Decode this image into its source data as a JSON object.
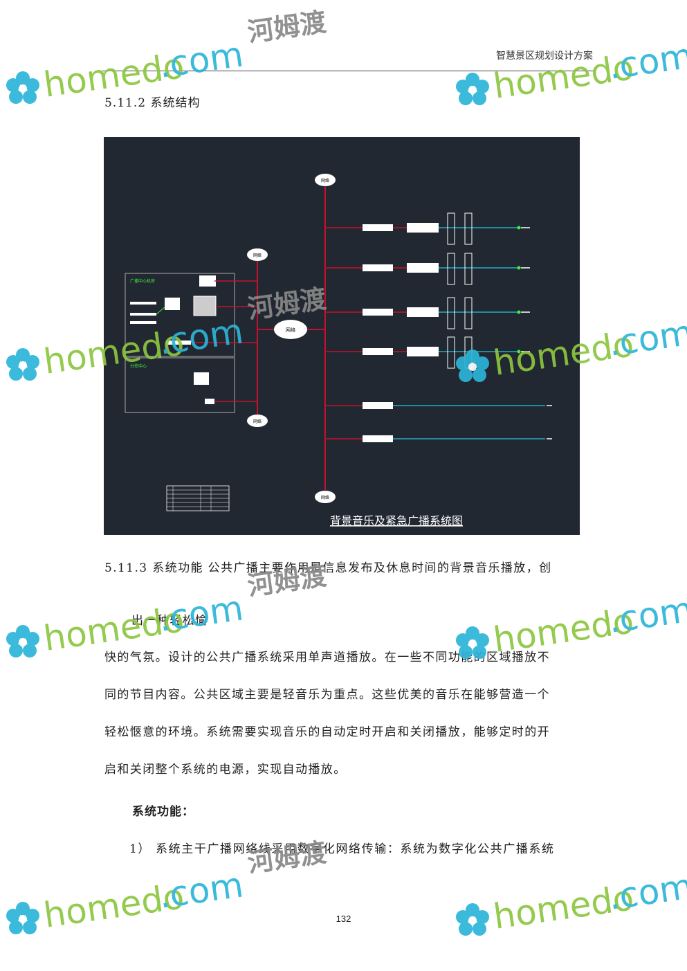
{
  "header": {
    "title": "智慧景区规划设计方案"
  },
  "section": {
    "title": "5.11.2 系统结构"
  },
  "diagram": {
    "caption": "背景音乐及紧急广播系统图",
    "cloud_label": "网络",
    "center_box_label": "广播中心机房",
    "sub_box_label": "分控中心"
  },
  "body": {
    "lines": [
      "5.11.3 系统功能  公共广播主要作用是信息发布及休息时间的背景音乐播放，创",
      "出一种轻松愉",
      "快的气氛。设计的公共广播系统采用单声道播放。在一些不同功能的区域播放不",
      "同的节目内容。公共区域主要是轻音乐为重点。这些优美的音乐在能够营造一个",
      "轻松惬意的环境。系统需要实现音乐的自动定时开启和关闭播放，能够定时的开",
      "启和关闭整个系统的电源，实现自动播放。"
    ],
    "subheading": "系统功能：",
    "list_item": "1）  系统主干广播网络线采用数字化网络传输：系统为数字化公共广播系统"
  },
  "footer": {
    "page_number": "132"
  },
  "watermark": {
    "brand": "homedo",
    "suffix": ".com",
    "cn": "河姆渡"
  },
  "colors": {
    "line_red": "#c8102e",
    "line_cyan": "#22c7e0",
    "wm_green": "#8cc63f",
    "wm_blue": "#2bb5d8",
    "diagram_bg": "#222831"
  }
}
